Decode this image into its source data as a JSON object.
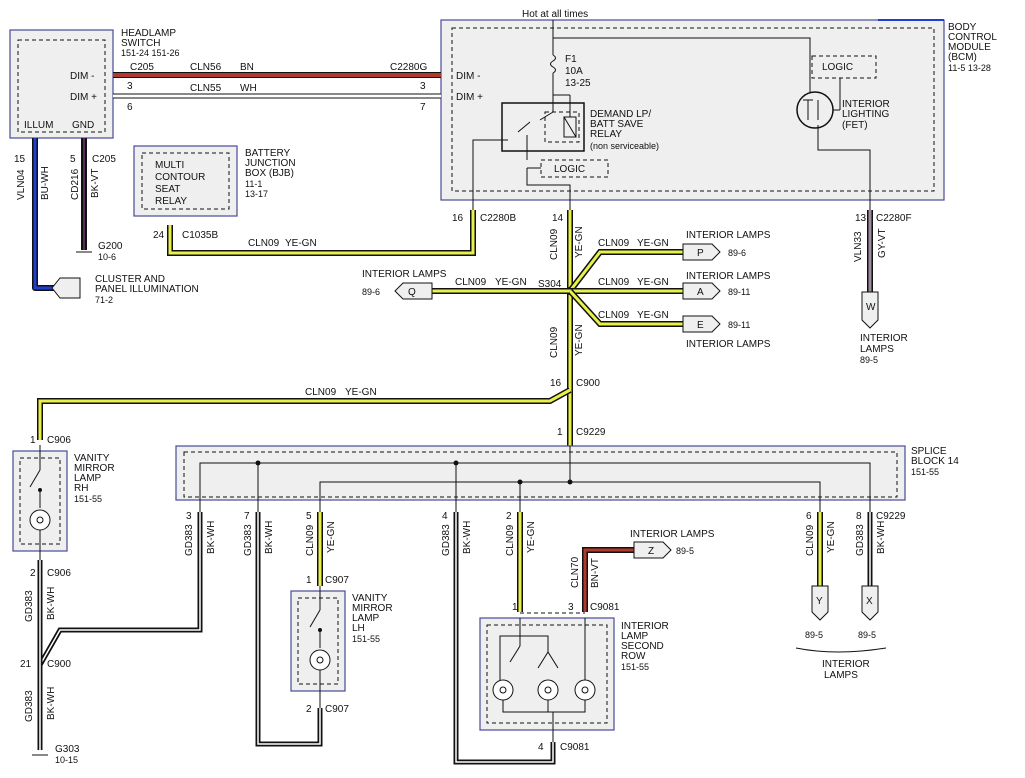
{
  "colors": {
    "wire_ye_gn": "#e8f04a",
    "wire_bu_wh": "#1f3fd0",
    "wire_bn": "#b0392d",
    "wire_bn_vt": "#b0392d",
    "wire_bk": "#222222",
    "wire_gy_vt": "#a08aa0",
    "component_fill": "#efefef",
    "module_border": "#4a4a9a"
  },
  "top": {
    "hot_label": "Hot at all times"
  },
  "headlamp_switch": {
    "title1": "HEADLAMP",
    "title2": "SWITCH",
    "refs": "151-24  151-26",
    "dim_minus": "DIM -",
    "dim_plus": "DIM +",
    "illum": "ILLUM",
    "gnd": "GND"
  },
  "bcm": {
    "title1": "BODY",
    "title2": "CONTROL",
    "title3": "MODULE",
    "title4": "(BCM)",
    "refs": "11-5        13-28",
    "dim_minus": "DIM -",
    "dim_plus": "DIM +",
    "fuse_name": "F1",
    "fuse_rating": "10A",
    "fuse_ref": "13-25",
    "relay1": "DEMAND LP/",
    "relay2": "BATT SAVE",
    "relay3": "RELAY",
    "relay4": "(non serviceable)",
    "logic": "LOGIC",
    "logic2": "LOGIC",
    "fet1": "INTERIOR",
    "fet2": "LIGHTING",
    "fet3": "(FET)"
  },
  "bjb": {
    "title1": "BATTERY",
    "title2": "JUNCTION",
    "title3": "BOX (BJB)",
    "ref1": "11-1",
    "ref2": "13-17",
    "relay1": "MULTI",
    "relay2": "CONTOUR",
    "relay3": "SEAT",
    "relay4": "RELAY"
  },
  "wires": {
    "cln56": "CLN56",
    "bn": "BN",
    "cln55": "CLN55",
    "wh": "WH",
    "cln09": "CLN09",
    "ye_gn": "YE-GN",
    "vln04": "VLN04",
    "bu_wh": "BU-WH",
    "cd216": "CD216",
    "bk_vt": "BK-VT",
    "vln33": "VLN33",
    "gy_vt": "GY-VT",
    "gd383": "GD383",
    "bk_wh": "BK-WH",
    "cln70": "CLN70",
    "bn_vt": "BN-VT"
  },
  "connectors": {
    "c205": "C205",
    "c2280g": "C2280G",
    "c2280b": "C2280B",
    "c2280f": "C2280F",
    "c1035b": "C1035B",
    "c900": "C900",
    "c9229": "C9229",
    "c906": "C906",
    "c907": "C907",
    "c9081": "C9081",
    "s304": "S304"
  },
  "pins": {
    "p2": "2",
    "p3": "3",
    "p6": "6",
    "p7": "7",
    "p15": "15",
    "p5": "5",
    "p16": "16",
    "p14": "14",
    "p13": "13",
    "p24": "24",
    "p1": "1",
    "p21": "21",
    "p4": "4",
    "p8": "8"
  },
  "grounds": {
    "g200": "G200",
    "g200_ref": "10-6",
    "g303": "G303",
    "g303_ref": "10-15"
  },
  "cluster": {
    "line1": "CLUSTER AND",
    "line2": "PANEL ILLUMINATION",
    "ref": "71-2"
  },
  "interior_lamps_label": "INTERIOR LAMPS",
  "interior_lamps_label2": "INTERIOR",
  "interior_lamps_label3": "LAMPS",
  "offpage": {
    "p": "P",
    "a": "A",
    "e": "E",
    "q": "Q",
    "w": "W",
    "z": "Z",
    "y": "Y",
    "x": "X",
    "ref_89_6": "89-6",
    "ref_89_11": "89-11",
    "ref_89_5": "89-5"
  },
  "splice_block": {
    "title1": "SPLICE",
    "title2": "BLOCK 14",
    "ref": "151-55"
  },
  "vanity_rh": {
    "l1": "VANITY",
    "l2": "MIRROR",
    "l3": "LAMP",
    "l4": "RH",
    "ref": "151-55"
  },
  "vanity_lh": {
    "l1": "VANITY",
    "l2": "MIRROR",
    "l3": "LAMP",
    "l4": "LH",
    "ref": "151-55"
  },
  "second_row": {
    "l1": "INTERIOR",
    "l2": "LAMP",
    "l3": "SECOND",
    "l4": "ROW",
    "ref": "151-55"
  }
}
